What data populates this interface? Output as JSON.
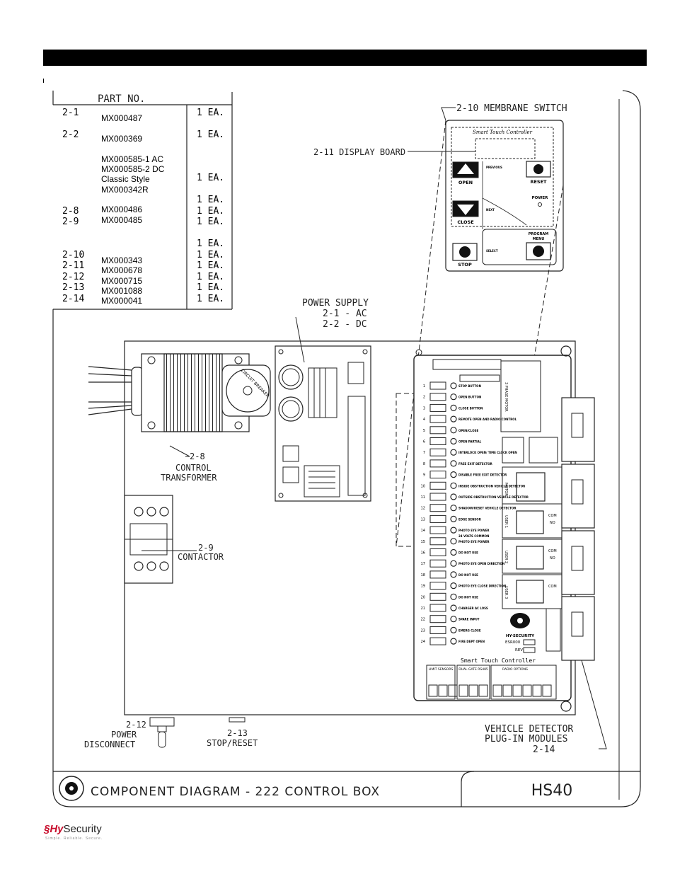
{
  "parts_table": {
    "header": "PART NO.",
    "rows": [
      {
        "item": "2-1",
        "part": "MX000487",
        "qty": "1 EA."
      },
      {
        "item": "2-2",
        "part": "MX000369",
        "qty": "1 EA."
      },
      {
        "item": "",
        "part": "MX000585-1 AC",
        "qty": ""
      },
      {
        "item": "",
        "part": "MX000585-2 DC",
        "qty": "1 EA."
      },
      {
        "item": "",
        "part": "Classic Style",
        "qty": ""
      },
      {
        "item": "",
        "part": "MX000342R",
        "qty": "1 EA."
      },
      {
        "item": "2-8",
        "part": "MX000486",
        "qty": "1 EA."
      },
      {
        "item": "2-9",
        "part": "MX000485",
        "qty": "1 EA."
      },
      {
        "item": "",
        "part": "",
        "qty": "1 EA."
      },
      {
        "item": "2-10",
        "part": "MX000343",
        "qty": "1 EA."
      },
      {
        "item": "2-11",
        "part": "MX000678",
        "qty": "1 EA."
      },
      {
        "item": "2-12",
        "part": "MX000715",
        "qty": "1 EA."
      },
      {
        "item": "2-13",
        "part": "MX001088",
        "qty": "1 EA."
      },
      {
        "item": "2-14",
        "part": "MX000041",
        "qty": "1 EA."
      }
    ]
  },
  "callouts": {
    "membrane_switch": "2-10 MEMBRANE SWITCH",
    "display_board": "2-11 DISPLAY BOARD",
    "power_supply": "POWER SUPPLY",
    "power_supply_ac": "2-1 - AC",
    "power_supply_dc": "2-2 - DC",
    "transformer_num": "2-8",
    "transformer_l1": "CONTROL",
    "transformer_l2": "TRANSFORMER",
    "contactor_num": "2-9",
    "contactor": "CONTACTOR",
    "disconnect_num": "2-12",
    "disconnect_l1": "POWER",
    "disconnect_l2": "DISCONNECT",
    "stop_reset_num": "2-13",
    "stop_reset": "STOP/RESET",
    "vehicle_l1": "VEHICLE DETECTOR",
    "vehicle_l2": "PLUG-IN MODULES",
    "vehicle_num": "2-14"
  },
  "membrane": {
    "title": "Smart Touch Controller",
    "open": "OPEN",
    "close": "CLOSE",
    "stop": "STOP",
    "reset": "RESET",
    "power": "POWER",
    "previous": "PREVIOUS",
    "next": "NEXT",
    "select": "SELECT",
    "program_menu_1": "PROGRAM",
    "program_menu_2": "MENU"
  },
  "controller": {
    "inputs": [
      "STOP BUTTON",
      "OPEN BUTTON",
      "CLOSE BUTTON",
      "REMOTE OPEN AND RADIO CONTROL",
      "OPEN/CLOSE",
      "OPEN PARTIAL",
      "INTERLOCK OPEN/ TIME CLOCK OPEN",
      "FREE EXIT DETECTOR",
      "DISABLE FREE EXIT DETECTOR",
      "INSIDE OBSTRUCTION VEHICLE DETECTOR",
      "OUTSIDE OBSTRUCTION VEHICLE DETECTOR",
      "SHADOW/RESET VEHICLE DETECTOR",
      "EDGE SENSOR",
      "PHOTO EYE POWER",
      "PHOTO EYE POWER",
      "DO NOT USE",
      "PHOTO EYE OPEN DIRECTION",
      "DO NOT USE",
      "PHOTO EYE CLOSE DIRECTION",
      "DO NOT USE",
      "CHARGER AC LOSS",
      "SPARE INPUT",
      "EMERG CLOSE",
      "FIRE DEPT OPEN"
    ],
    "common_label": "24 VOLTS COMMON",
    "brand": "HY-SECURITY",
    "board_id": "ESR000",
    "rev": "REV",
    "name": "Smart Touch Controller",
    "limit_sensors": "LIMIT SENSORS",
    "dual_gate": "DUAL GATE RS485",
    "radio_options": "RADIO OPTIONS",
    "three_phase": "3 PHASE MOTOR",
    "motor": "MOTOR",
    "user1": "USER 1",
    "user2": "USER 2",
    "user3": "USER 3",
    "com": "COM",
    "no": "NO"
  },
  "footer": {
    "title": "COMPONENT DIAGRAM - 222 CONTROL BOX",
    "model": "HS40"
  },
  "logo": {
    "brand_a": "Hy",
    "brand_b": "Security",
    "tagline": "Simple. Reliable. Secure."
  }
}
